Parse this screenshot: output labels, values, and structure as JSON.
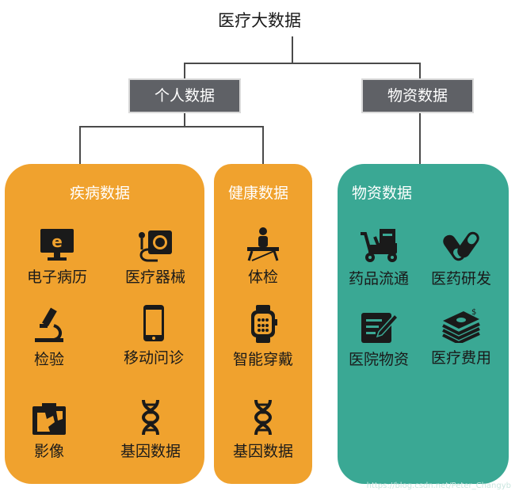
{
  "root": {
    "title": "医疗大数据"
  },
  "categories": {
    "personal": "个人数据",
    "supplies": "物资数据"
  },
  "panels": {
    "disease": {
      "title": "疾病数据",
      "items": [
        "电子病历",
        "医疗器械",
        "检验",
        "移动问诊",
        "影像",
        "基因数据"
      ]
    },
    "health": {
      "title": "健康数据",
      "items": [
        "体检",
        "智能穿戴",
        "基因数据"
      ]
    },
    "supplies": {
      "title": "物资数据",
      "items": [
        "药品流通",
        "医药研发",
        "医院物资",
        "医疗费用"
      ]
    }
  },
  "colors": {
    "orange": "#f0a22e",
    "green": "#3aa894",
    "gray": "#5f6166",
    "icon": "#1a1a1a"
  },
  "icons": [
    "monitor-e-icon",
    "blood-pressure-icon",
    "microscope-icon",
    "smartphone-icon",
    "xray-image-icon",
    "dna-icon",
    "exam-person-icon",
    "smartwatch-icon",
    "delivery-scooter-icon",
    "capsule-icon",
    "document-pen-icon",
    "money-stack-icon"
  ],
  "watermark": "https://blog.csdn.net/Peter_Changyb"
}
